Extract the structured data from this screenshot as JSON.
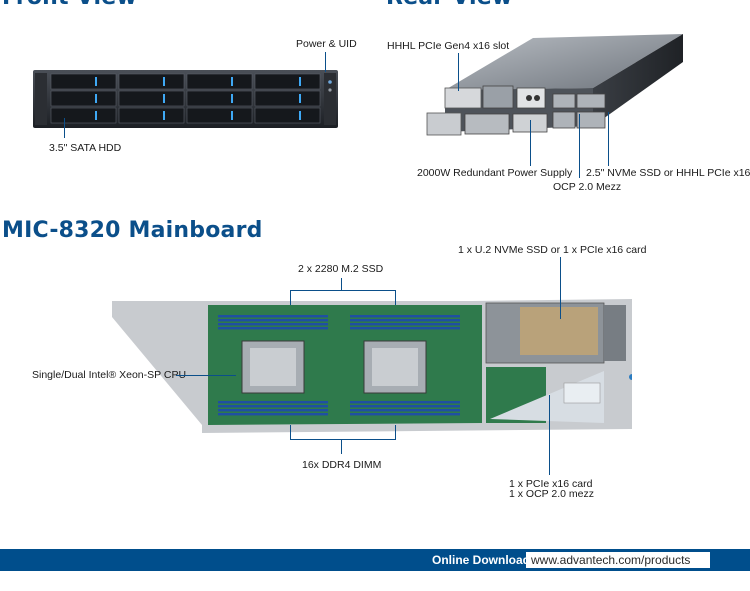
{
  "headings": {
    "front": "Front View",
    "rear": "Rear View",
    "mainboard": "MIC-8320 Mainboard"
  },
  "front_view": {
    "power_uid": "Power & UID",
    "hdd": "3.5\" SATA HDD"
  },
  "rear_view": {
    "pcie_slot": "HHHL PCIe Gen4 x16 slot",
    "psu": "2000W Redundant Power Supply",
    "nvme": "2.5\" NVMe SSD or HHHL PCIe x16",
    "ocp": "OCP 2.0 Mezz"
  },
  "mainboard": {
    "u2": "1 x U.2 NVMe SSD or 1 x PCIe x16 card",
    "m2": "2 x 2280 M.2 SSD",
    "cpu": "Single/Dual Intel® Xeon-SP CPU",
    "dimm": "16x DDR4 DIMM",
    "pcie_card": "1 x PCIe x16 card",
    "ocp_mezz": "1 x OCP 2.0 mezz"
  },
  "footer": {
    "download_label": "Online Download",
    "url": "www.advantech.com/products"
  },
  "colors": {
    "brand_blue": "#0b4f8a",
    "footer_bar": "#004e8c"
  }
}
